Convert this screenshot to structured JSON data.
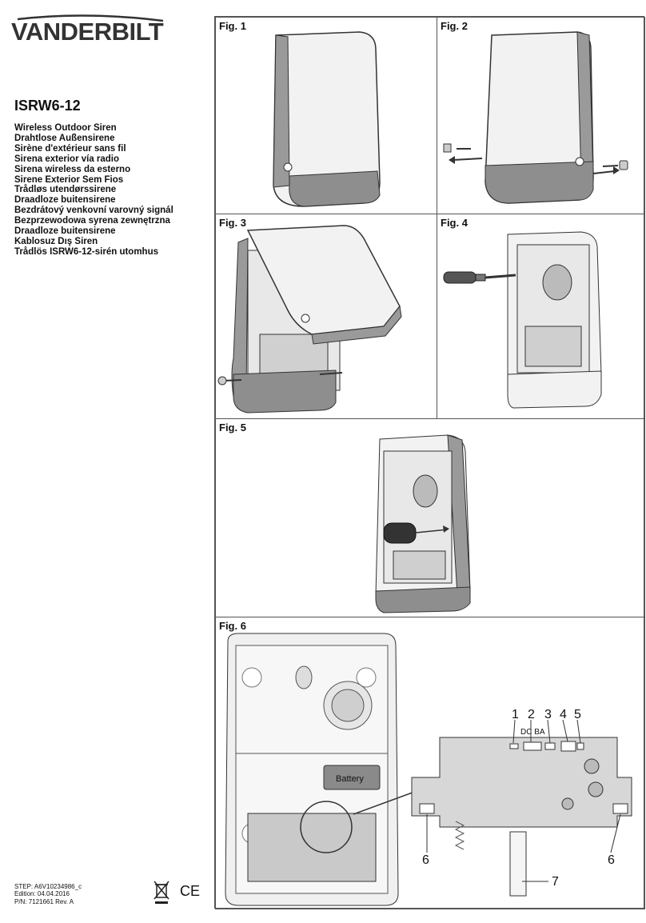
{
  "brand": {
    "name": "VANDERBILT"
  },
  "model": "ISRW6-12",
  "languages": [
    "Wireless Outdoor Siren",
    "Drahtlose Außensirene",
    "Sirène d'extérieur sans fil",
    "Sirena exterior vía radio",
    "Sirena wireless da esterno",
    "Sirene Exterior Sem Fios",
    "Trådløs utendørssirene",
    "Draadloze buitensirene",
    "Bezdrátový venkovní varovný signál",
    "Bezprzewodowa syrena zewnętrzna",
    "Draadloze buitensirene",
    "Kablosuz Dış Siren",
    "Trådlös ISRW6-12-sirén utomhus"
  ],
  "meta": {
    "step": "STEP: A6V10234986_c",
    "edition": "Edition: 04.04.2016",
    "pn": "P/N: 7121661 Rev. A"
  },
  "marks": {
    "ce": "CE"
  },
  "figures": {
    "fig1": "Fig. 1",
    "fig2": "Fig. 2",
    "fig3": "Fig. 3",
    "fig4": "Fig. 4",
    "fig5": "Fig. 5",
    "fig6": "Fig. 6"
  },
  "fig6": {
    "battery": "Battery",
    "callouts": [
      "1",
      "2",
      "3",
      "4",
      "5"
    ],
    "jumper_letters": "DC BA",
    "label6": "6",
    "label7": "7"
  }
}
